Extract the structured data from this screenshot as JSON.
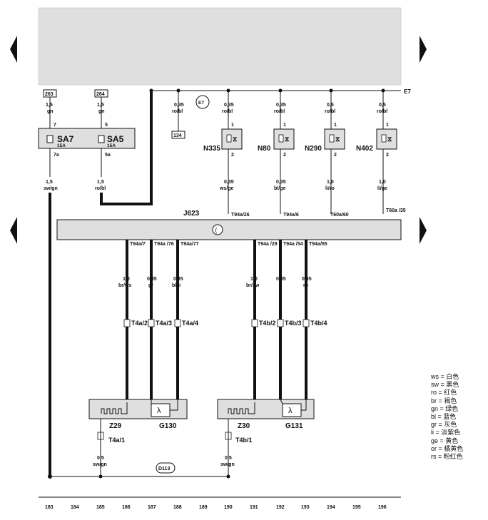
{
  "colors": {
    "panel": "#dfdfdf",
    "line": "#111111"
  },
  "top_right_label": "E7",
  "ground_label": "E7",
  "ground_ref": "134",
  "connector_refs": [
    "263",
    "264"
  ],
  "fuses": [
    {
      "name": "SA7",
      "rating": "15A",
      "pin_in": "7",
      "pin_out": "7a",
      "wire_in_size": "1,5",
      "wire_in_color": "gn",
      "wire_out_size": "1,5",
      "wire_out_color": "sw/gn"
    },
    {
      "name": "SA5",
      "rating": "15A",
      "pin_in": "5",
      "pin_out": "5a",
      "wire_in_size": "1,5",
      "wire_in_color": "gn",
      "wire_out_size": "1,5",
      "wire_out_color": "ro/bl"
    }
  ],
  "e7_branch": {
    "size": "0,35",
    "color": "ro/bl"
  },
  "valves": [
    {
      "name": "N335",
      "top_size": "0,35",
      "top_color": "ro/bl",
      "bot_size": "0,35",
      "bot_color": "ws/ge",
      "pin": "T94a/26"
    },
    {
      "name": "N80",
      "top_size": "0,35",
      "top_color": "ro/bl",
      "bot_size": "0,35",
      "bot_color": "bl/ge",
      "pin": "T94a/6"
    },
    {
      "name": "N290",
      "top_size": "0,5",
      "top_color": "ro/bl",
      "bot_size": "1,0",
      "bot_color": "li/ro",
      "pin": "T60a/60"
    },
    {
      "name": "N402",
      "top_size": "0,5",
      "top_color": "ro/bl",
      "bot_size": "1,0",
      "bot_color": "li/ge",
      "pin": "T60a /35"
    }
  ],
  "ecu": {
    "name": "J623"
  },
  "sensor_wires": [
    {
      "pin": "T94a/7",
      "size": "1,0",
      "color": "br/ws",
      "conn": "T4a/2"
    },
    {
      "pin": "T94a /76",
      "size": "0,35",
      "color": "gr",
      "conn": "T4a/3"
    },
    {
      "pin": "T94a/77",
      "size": "0,35",
      "color": "bl/li",
      "conn": "T4a/4"
    },
    {
      "pin": "T94a /29",
      "size": "1,0",
      "color": "br/sw",
      "conn": "T4b/2"
    },
    {
      "pin": "T94a /54",
      "size": "0,35",
      "color": "li",
      "conn": "T4b/3"
    },
    {
      "pin": "T94a/55",
      "size": "0,35",
      "color": "ro",
      "conn": "T4b/4"
    }
  ],
  "sensors": [
    {
      "heater": "Z29",
      "sensor": "G130",
      "conn": "T4a/1",
      "size": "0,5",
      "color": "sw/gn"
    },
    {
      "heater": "Z30",
      "sensor": "G131",
      "conn": "T4b/1",
      "size": "0,5",
      "color": "sw/gn"
    }
  ],
  "ground_point": "D113",
  "legend": [
    "ws  =  白色",
    "sw  =  黑色",
    "ro  =  红色",
    "br  =  褐色",
    "gn  =  绿色",
    "bl  =  蓝色",
    "gr  =  灰色",
    "li  =  淡紫色",
    "ge  =  黄色",
    "or  =  橘黄色",
    "rs  =  粉红色"
  ],
  "column_numbers": [
    "183",
    "184",
    "185",
    "186",
    "187",
    "188",
    "189",
    "190",
    "191",
    "192",
    "193",
    "194",
    "195",
    "196"
  ]
}
